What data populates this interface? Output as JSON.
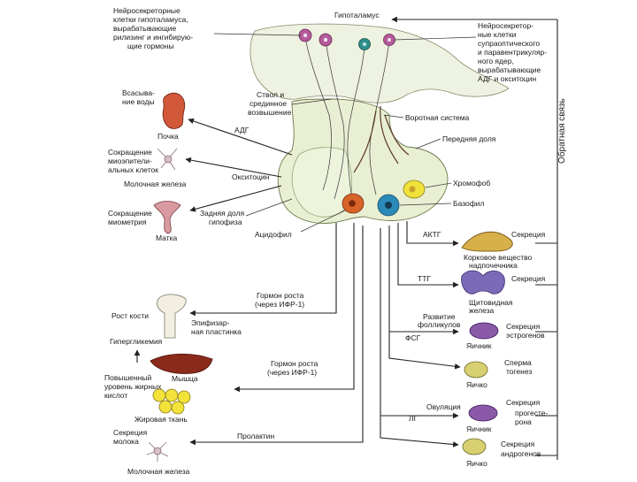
{
  "hypothalamus": "Гипоталамус",
  "neurosecretory_left": [
    "Нейросекреторные",
    "клетки гипоталамуса,",
    "вырабатывающие",
    "рилизинг и ингибирую-",
    "щие гормоны"
  ],
  "neurosecretory_right": [
    "Нейросекретор-",
    "ные клетки",
    "супраоптического",
    "и паравентрикуляр-",
    "ного ядер,",
    "вырабатывающие",
    "АДГ и окситоцин"
  ],
  "stalk": [
    "Ствол и",
    "срединное",
    "возвышение"
  ],
  "portal_system": "Воротная система",
  "anterior_lobe": "Передняя доля",
  "chromophobe": "Хромофоб",
  "basophil": "Базофил",
  "acidophil": "Ацидофил",
  "posterior_lobe": [
    "Задняя доля",
    "гипофиза"
  ],
  "feedback": "Обратная связь",
  "adh": "АДГ",
  "oxytocin": "Окситоцин",
  "water_absorption": [
    "Всасыва-",
    "ние воды"
  ],
  "kidney": "Почка",
  "myoepithelial": [
    "Сокращение",
    "миоэпители-",
    "альных клеток"
  ],
  "mammary_top": "Молочная железа",
  "myometrium": [
    "Сокращение",
    "миометрия"
  ],
  "uterus": "Матка",
  "acth": "АКТГ",
  "secretion": "Секреция",
  "adrenal_cortex": [
    "Корковое вещество",
    "надпочечника"
  ],
  "tsh": "ТТГ",
  "thyroid": [
    "Щитовидная",
    "железа"
  ],
  "follicle_dev": [
    "Развитие",
    "фолликулов"
  ],
  "estrogens": "эстрогенов",
  "ovary": "Яичник",
  "fsh": "ФСГ",
  "spermatogenesis": [
    "Сперма",
    "тогенез"
  ],
  "testis": "Яичко",
  "ovulation": "Овуляция",
  "progesterone": [
    "прогесте-",
    "рона"
  ],
  "lh": "ЛГ",
  "androgens": "андрогенов",
  "gh_igf_top": [
    "Гормон роста",
    "(через ИФР-1)"
  ],
  "bone_growth": "Рост кости",
  "epiphyseal": [
    "Эпифизар-",
    "ная пластинка"
  ],
  "hyperglycemia": "Гипергликемия",
  "muscle": "Мышца",
  "gh_igf_bottom": [
    "Гормон роста",
    "(через ИФР-1)"
  ],
  "fatty_acids": [
    "Повышенный",
    "уровень жирных",
    "кислот"
  ],
  "adipose": "Жировая ткань",
  "milk_secretion": [
    "Секреция",
    "молока"
  ],
  "prolactin": "Пролактин",
  "mammary_bottom": "Молочная железа",
  "colors": {
    "neuron_body": "#b45a9a",
    "neuron_teal": "#2e8f8a",
    "pituitary_fill": "#e9efd2",
    "hypothalamus_fill": "#eef2e0",
    "basophil": "#2a8ab8",
    "acidophil": "#d8642a",
    "chromophobe": "#f1e23a",
    "adrenal": "#d8b04a",
    "thyroid": "#7a6ab8",
    "ovary": "#8a5aa8",
    "testis": "#d8d070",
    "kidney": "#d2583a",
    "muscle": "#8a2a1a",
    "fat": "#f3e23a"
  }
}
